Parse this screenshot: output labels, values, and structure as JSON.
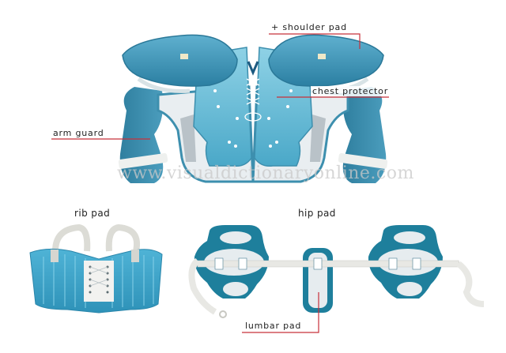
{
  "diagram": {
    "sections": [
      {
        "id": "shoulder-assembly",
        "labels": [
          "+ shoulder pad",
          "chest protector",
          "arm guard"
        ]
      },
      {
        "id": "rib-pad",
        "title": "rib pad"
      },
      {
        "id": "hip-pad",
        "title": "hip pad",
        "labels": [
          "lumbar pad"
        ]
      }
    ]
  },
  "labels": {
    "shoulder_pad": "+ shoulder pad",
    "chest_protector": "chest protector",
    "arm_guard": "arm guard",
    "lumbar_pad": "lumbar pad"
  },
  "titles": {
    "rib_pad": "rib pad",
    "hip_pad": "hip pad"
  },
  "watermark": "www.visualdictionaryonline.com",
  "colors": {
    "leader_line": "#c8303a",
    "pad_blue_light": "#7cc8de",
    "pad_blue": "#3f9ec0",
    "pad_blue_dark": "#1f6f8e",
    "hip_teal": "#1e7f9c",
    "cushion": "#e6ecef",
    "strap": "#e8e8e4"
  }
}
